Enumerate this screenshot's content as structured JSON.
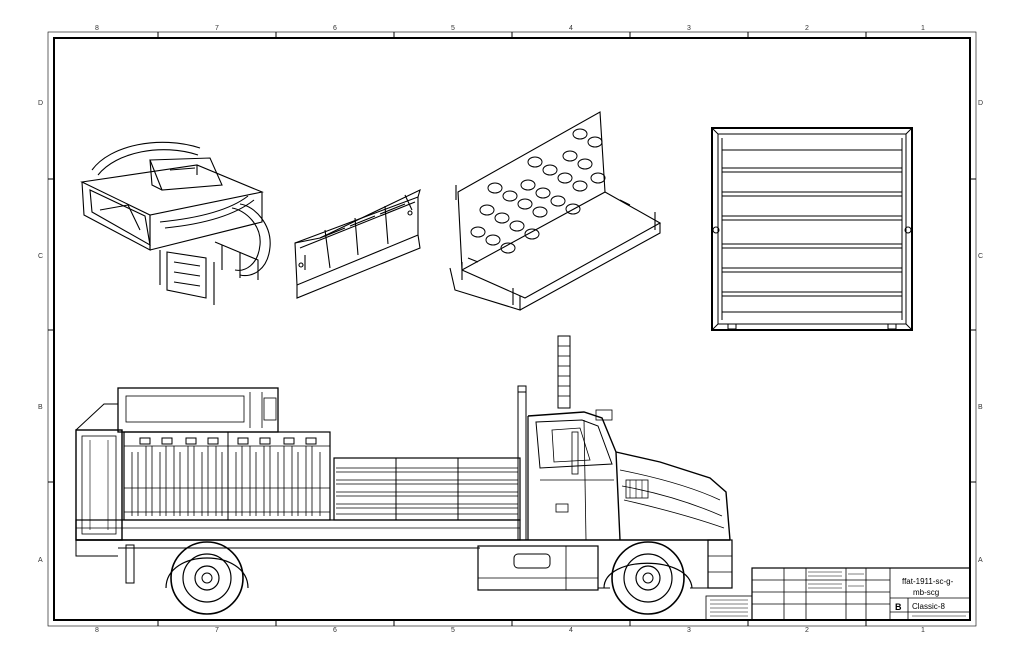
{
  "title_block": {
    "drawing_name_line1": "ffat-1911-sc-g-",
    "drawing_name_line2": "mb-scg",
    "size": "B",
    "sheet_name": "Classic-8"
  },
  "zones": {
    "top_columns": [
      "8",
      "7",
      "6",
      "5",
      "4",
      "3",
      "2",
      "1"
    ],
    "bottom_columns": [
      "8",
      "7",
      "6",
      "5",
      "4",
      "3",
      "2",
      "1"
    ],
    "left_rows": [
      "D",
      "C",
      "B",
      "A"
    ],
    "right_rows": [
      "D",
      "C",
      "B",
      "A"
    ]
  },
  "colors": {
    "line": "#000000",
    "paper": "#ffffff"
  }
}
